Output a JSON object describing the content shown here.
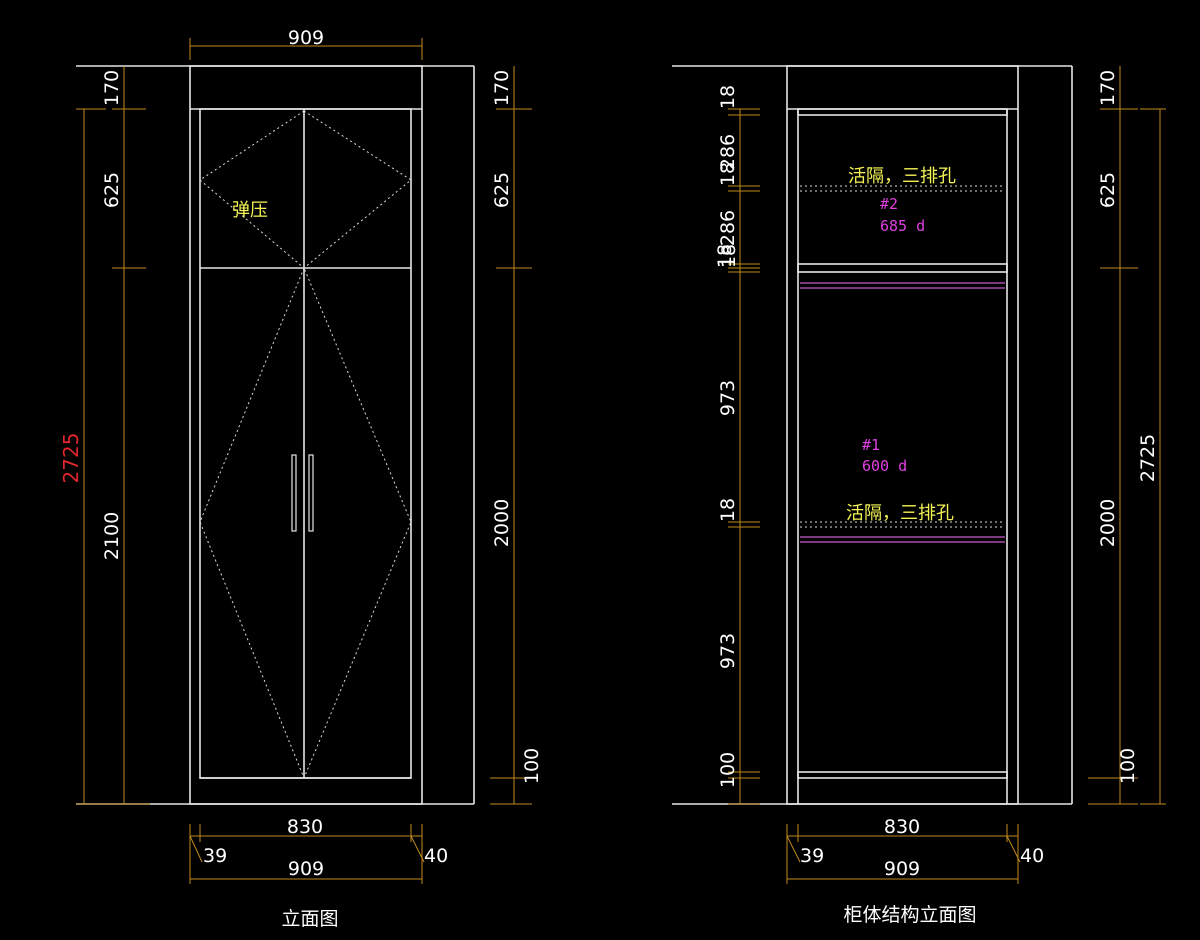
{
  "left_view": {
    "title": "立面图",
    "top_width": "909",
    "inner_width": "830",
    "left_side": "39",
    "right_side": "40",
    "bottom_width": "909",
    "left_dims": {
      "total": "2725",
      "top": "170",
      "upper": "625",
      "lower": "2100"
    },
    "right_dims": {
      "top": "170",
      "upper": "625",
      "lower": "2000",
      "base": "100"
    },
    "door_note": "弹压"
  },
  "right_view": {
    "title": "柜体结构立面图",
    "inner_width": "830",
    "left_side": "39",
    "right_side": "40",
    "bottom_width": "909",
    "left_dims": {
      "top_panel": "18",
      "gap_a": "286",
      "shelf_a": "18",
      "gap_b": "286",
      "divider_a": "18",
      "divider_b": "18",
      "mid": "973",
      "shelf_b": "18",
      "low": "973",
      "base": "100"
    },
    "right_dims": {
      "top": "170",
      "upper": "625",
      "lower": "2000",
      "base": "100",
      "total": "2725"
    },
    "shelf_note_upper": "活隔，三排孔",
    "shelf_note_lower": "活隔，三排孔",
    "section2_id": "#2",
    "section2_depth": "685 d",
    "section1_id": "#1",
    "section1_depth": "600 d"
  },
  "colors": {
    "background": "#000000",
    "outline": "#e6e6e6",
    "dimension": "#c08a1c",
    "total_dimension_text": "#e0262c",
    "note_text": "#f4f456",
    "section_text": "#e040e0"
  }
}
